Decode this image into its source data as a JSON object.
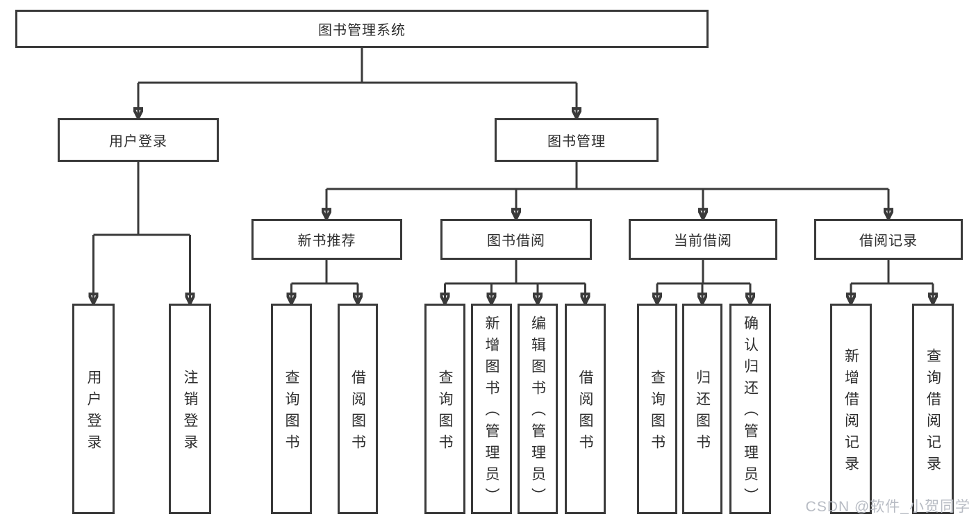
{
  "diagram": {
    "title": "图书管理系统",
    "branches": [
      {
        "label": "用户登录",
        "children": [
          "用户登录",
          "注销登录"
        ]
      },
      {
        "label": "图书管理",
        "sections": [
          {
            "label": "新书推荐",
            "children": [
              "查询图书",
              "借阅图书"
            ]
          },
          {
            "label": "图书借阅",
            "children": [
              "查询图书",
              "新增图书（管理员）",
              "编辑图书（管理员）",
              "借阅图书"
            ]
          },
          {
            "label": "当前借阅",
            "children": [
              "查询图书",
              "归还图书",
              "确认归还（管理员）"
            ]
          },
          {
            "label": "借阅记录",
            "children": [
              "新增借阅记录",
              "查询借阅记录"
            ]
          }
        ]
      }
    ]
  },
  "watermark": "CSDN @软件_小贺同学",
  "colors": {
    "line": "#3a3a3a",
    "box_fill": "#ffffff",
    "text": "#2e2e2e",
    "watermark": "#b8bcc4"
  }
}
